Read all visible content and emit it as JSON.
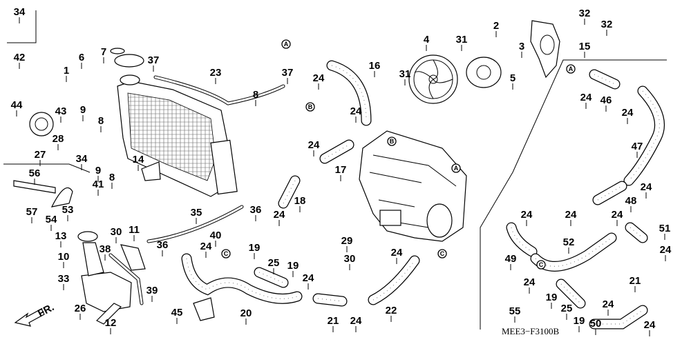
{
  "diagram": {
    "code": "MEE3−F3100B",
    "direction_label": "FR.",
    "callouts": [
      "34",
      "42",
      "7",
      "6",
      "1",
      "37",
      "23",
      "37",
      "24",
      "16",
      "4",
      "31",
      "31",
      "5",
      "2",
      "32",
      "32",
      "3",
      "15",
      "24",
      "46",
      "24",
      "47",
      "24",
      "48",
      "24",
      "24",
      "51",
      "24",
      "52",
      "24",
      "49",
      "24",
      "19",
      "21",
      "25",
      "24",
      "19",
      "55",
      "50",
      "24",
      "44",
      "9",
      "8",
      "43",
      "28",
      "27",
      "8",
      "34",
      "9",
      "8",
      "14",
      "41",
      "56",
      "53",
      "57",
      "54",
      "35",
      "36",
      "40",
      "36",
      "24",
      "13",
      "30",
      "11",
      "38",
      "10",
      "39",
      "33",
      "26",
      "12",
      "45",
      "20",
      "19",
      "25",
      "19",
      "24",
      "21",
      "24",
      "22",
      "24",
      "29",
      "30",
      "24",
      "18",
      "24",
      "17",
      "24"
    ],
    "reference_markers": [
      "A",
      "B",
      "A",
      "B",
      "A",
      "C",
      "C",
      "C"
    ]
  }
}
